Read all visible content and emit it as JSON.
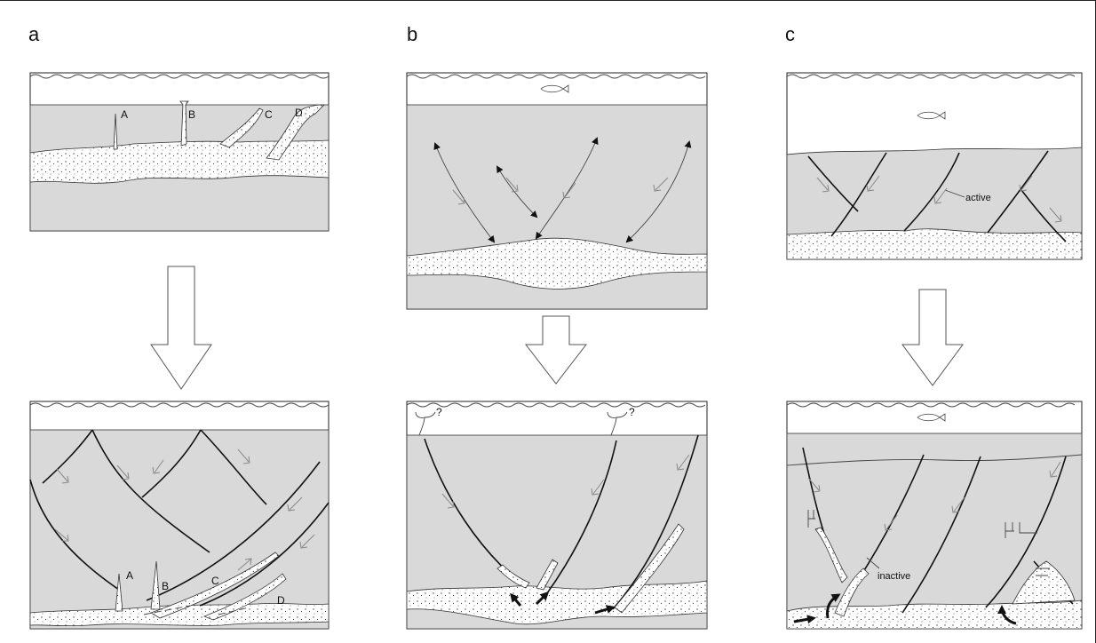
{
  "panels": {
    "a": {
      "label": "a",
      "top_markers": [
        "A",
        "B",
        "C",
        "D"
      ],
      "bottom_markers": [
        "A",
        "B",
        "C",
        "D"
      ]
    },
    "b": {
      "label": "b",
      "question_marks": [
        "?",
        "?"
      ]
    },
    "c": {
      "label": "c",
      "top_annotation": "active",
      "bottom_annotation": "inactive"
    }
  },
  "colors": {
    "host_rock": "#d9d9d9",
    "water": "#ffffff",
    "outline": "#222222"
  }
}
